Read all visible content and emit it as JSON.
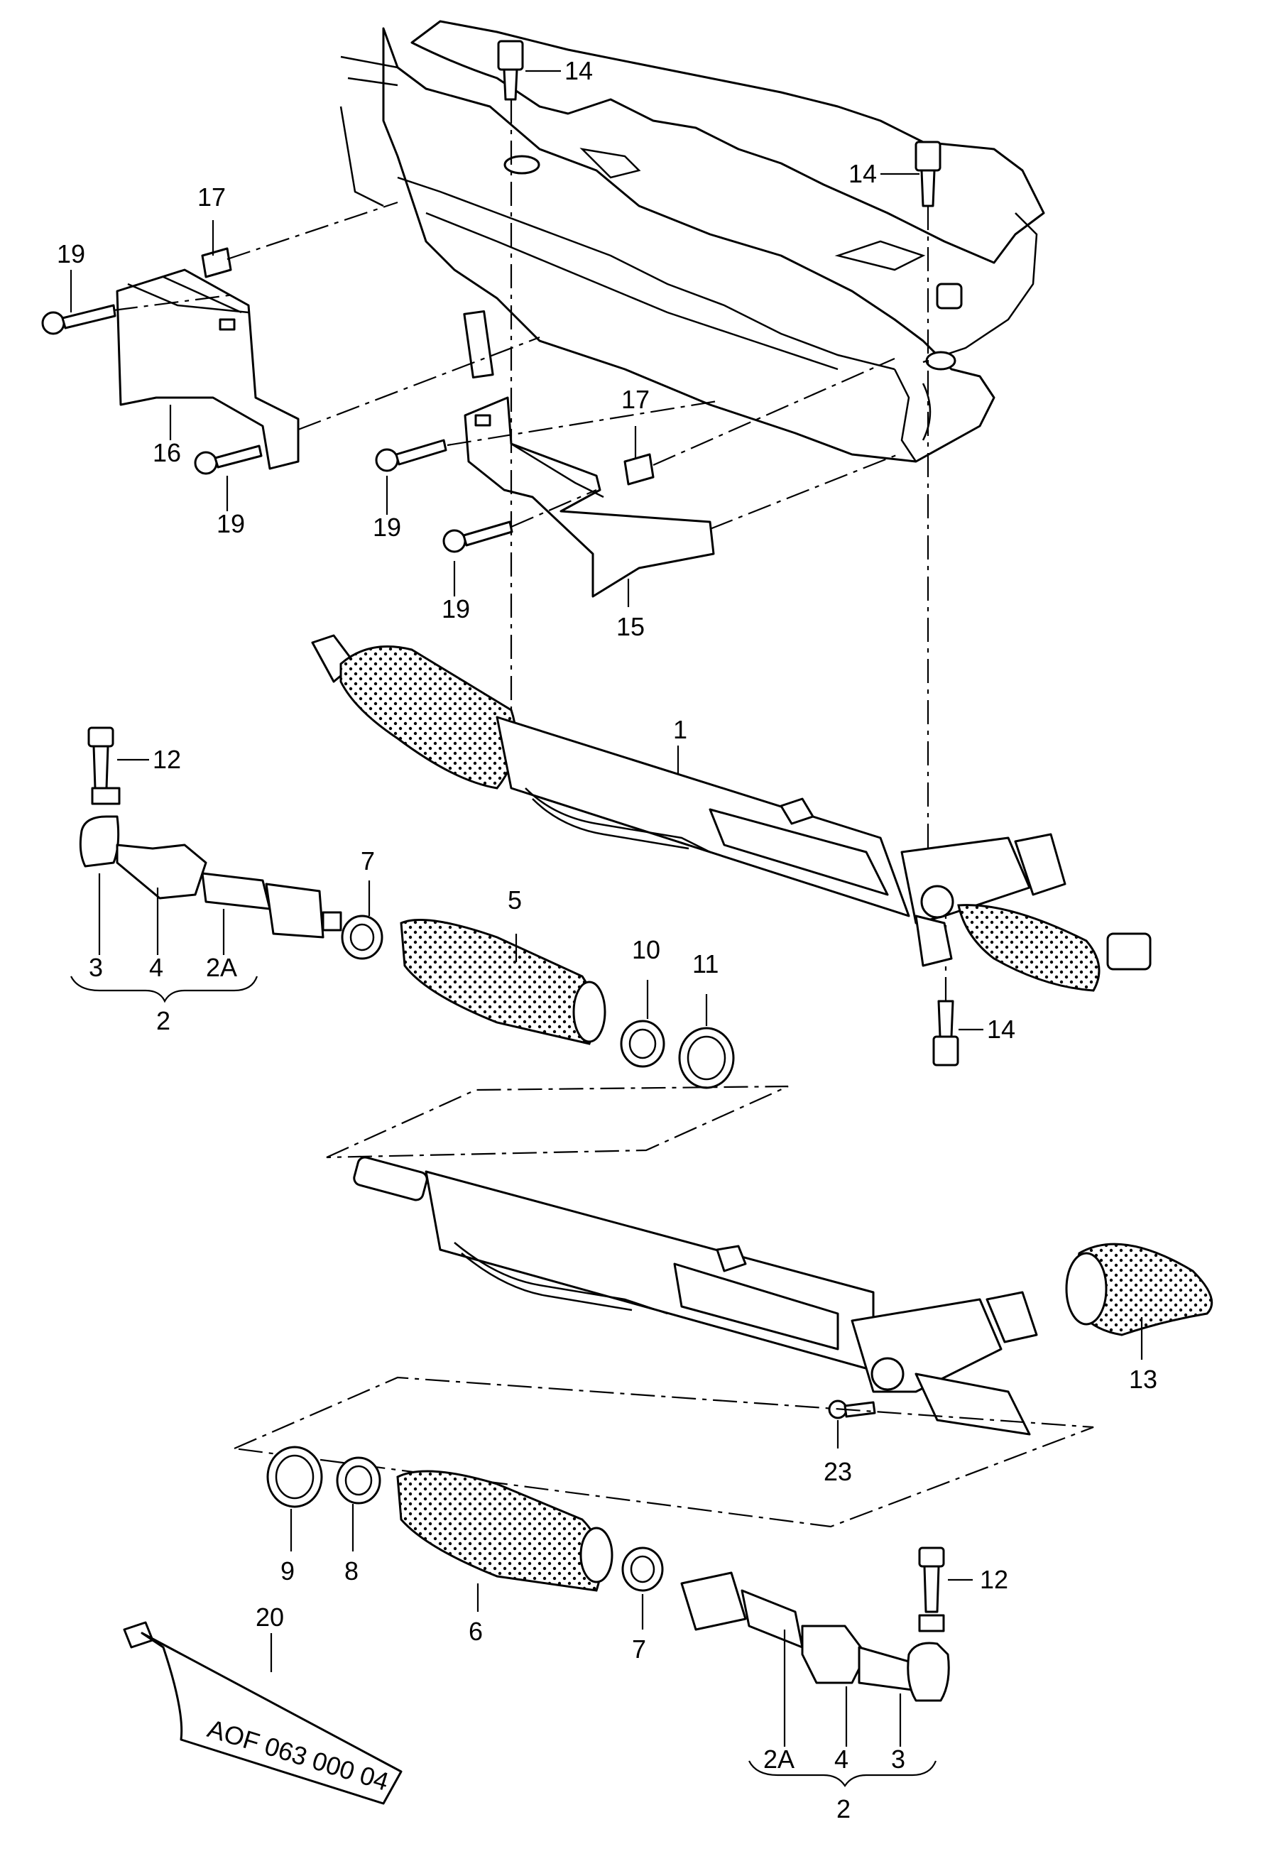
{
  "callouts": {
    "c1": "1",
    "c2_top": "2",
    "c2_bottom": "2",
    "c2a_top": "2A",
    "c2a_bottom": "2A",
    "c3_top": "3",
    "c3_bottom": "3",
    "c4_top": "4",
    "c4_bottom": "4",
    "c5": "5",
    "c6": "6",
    "c7_top": "7",
    "c7_bottom": "7",
    "c8": "8",
    "c9": "9",
    "c10": "10",
    "c11": "11",
    "c12_top": "12",
    "c12_bottom": "12",
    "c13": "13",
    "c14_a": "14",
    "c14_b": "14",
    "c14_c": "14",
    "c15": "15",
    "c16": "16",
    "c17_a": "17",
    "c17_b": "17",
    "c19_a": "19",
    "c19_b": "19",
    "c19_c": "19",
    "c19_d": "19",
    "c20": "20",
    "c23": "23"
  },
  "grease_tube_text": "AOF 063 000 04"
}
